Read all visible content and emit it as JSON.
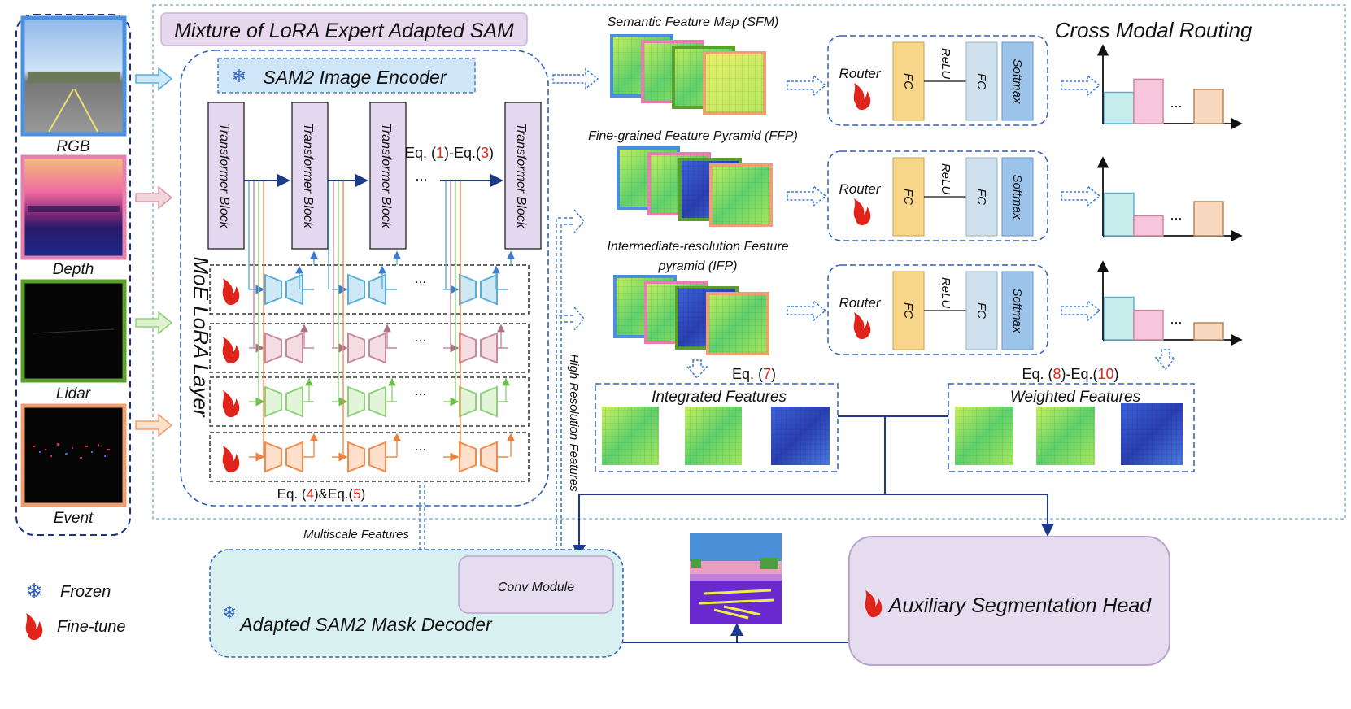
{
  "title": "Mixture of LoRA Expert Adapted SAM",
  "encoder": {
    "label": "SAM2 Image Encoder",
    "block_label": "Transformer Block",
    "ellipsis": "...",
    "eq_pre": "Eq. (",
    "eq_a": "1",
    "eq_mid": ")-Eq.(",
    "eq_b": "3",
    "eq_post": ")"
  },
  "moe": {
    "label": "MoE LoRA Layer",
    "eq_pre": "Eq. (",
    "eq_a": "4",
    "eq_mid": ")&Eq.(",
    "eq_b": "5",
    "eq_post": ")"
  },
  "modalities": [
    "RGB",
    "Depth",
    "Lidar",
    "Event"
  ],
  "colors": {
    "rgb": "#4a90e2",
    "depth": "#e67fb0",
    "lidar": "#5aa02c",
    "event": "#f0a070",
    "expert_blue": "#5aaed8",
    "expert_pink": "#c98a9c",
    "expert_green": "#8fd17a",
    "expert_orange": "#f28a4a",
    "transformer": "#e4d7f0",
    "fc": "#f7d58a",
    "fc2": "#cfe0ee",
    "softmax": "#9cc3ea",
    "dashed_border": "#2e5fbf"
  },
  "features": {
    "sfm": "Semantic Feature Map (SFM)",
    "ffp": "Fine-grained Feature Pyramid (FFP)",
    "ifp_line1": "Intermediate-resolution Feature",
    "ifp_line2": "pyramid (IFP)"
  },
  "routing": {
    "title": "Cross Modal Routing",
    "router": "Router",
    "fc": "FC",
    "relu": "ReLU",
    "softmax": "Softmax",
    "ellipsis": "...",
    "bars": [
      [
        0.55,
        0.78,
        0.6
      ],
      [
        0.75,
        0.35,
        0.6
      ],
      [
        0.75,
        0.52,
        0.3
      ]
    ]
  },
  "integrated": {
    "label": "Integrated Features",
    "eq_pre": "Eq. (",
    "eq_a": "7",
    "eq_post": ")"
  },
  "weighted": {
    "label": "Weighted Features",
    "eq_pre": "Eq. (",
    "eq_a": "8",
    "eq_mid": ")-Eq.(",
    "eq_b": "10",
    "eq_post": ")"
  },
  "high_res": "High Resolution Features",
  "multiscale": "Multiscale Features",
  "conv_module": "Conv Module",
  "decoder": "Adapted SAM2 Mask Decoder",
  "aux_head": "Auxiliary Segmentation Head",
  "legend": {
    "frozen": "Frozen",
    "finetune": "Fine-tune"
  }
}
